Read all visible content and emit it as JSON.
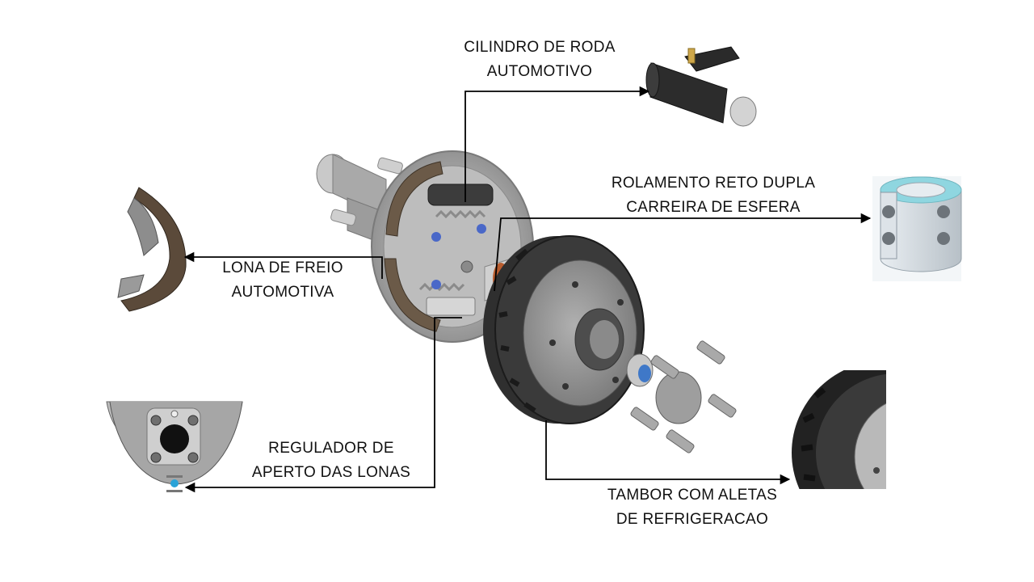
{
  "labels": {
    "cilindro": [
      "CILINDRO DE RODA",
      "AUTOMOTIVO"
    ],
    "rolamento": [
      "ROLAMENTO RETO DUPLA",
      "CARREIRA DE ESFERA"
    ],
    "lona": [
      "LONA DE FREIO",
      "AUTOMOTIVA"
    ],
    "regulador": [
      "REGULADOR DE",
      "APERTO DAS LONAS"
    ],
    "tambor": [
      "TAMBOR COM ALETAS",
      "DE REFRIGERACAO"
    ]
  },
  "colors": {
    "line": "#000000",
    "drum": "#3a3a3a",
    "metal": "#b9b9b9",
    "lining": "#5a4a3a",
    "bearing_seal": "#8fd6e0",
    "adjuster_mark": "#29a3d8"
  }
}
